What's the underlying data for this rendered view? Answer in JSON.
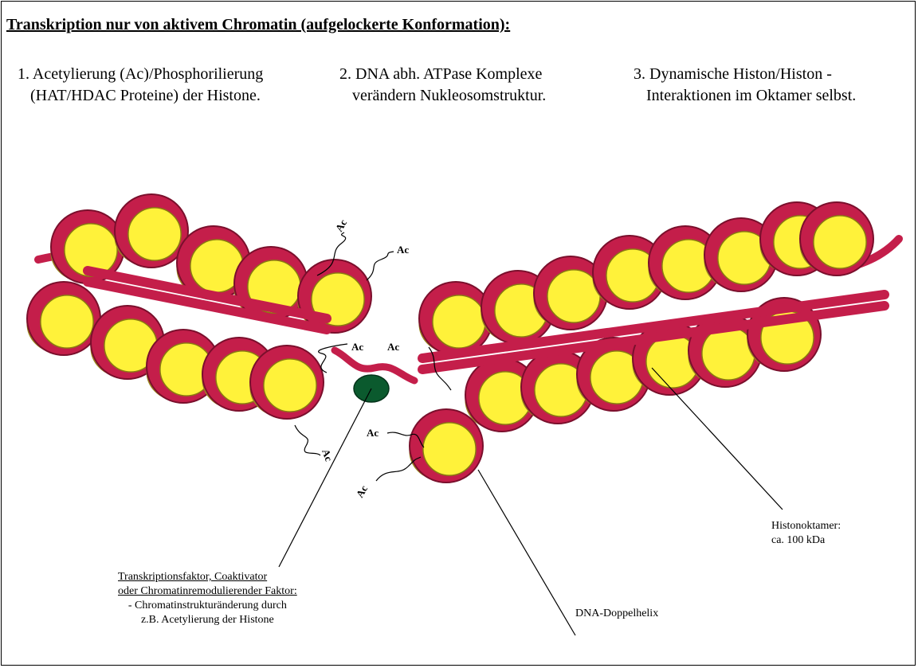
{
  "title": "Transkription nur von aktivem Chromatin (aufgelockerte Konformation):",
  "points": [
    {
      "line1": "1. Acetylierung (Ac)/Phosphorilierung",
      "line2": "(HAT/HDAC Proteine) der Histone."
    },
    {
      "line1": "2. DNA abh. ATPase Komplexe",
      "line2": "verändern Nukleosomstruktur."
    },
    {
      "line1": "3. Dynamische Histon/Histon -",
      "line2": "Interaktionen im Oktamer selbst."
    }
  ],
  "acetyl_label": "Ac",
  "labels": {
    "histone": {
      "line1": "Histonoktamer:",
      "line2": "ca. 100 kDa"
    },
    "dna": "DNA-Doppelhelix",
    "factor": {
      "line1": "Transkriptionsfaktor, Coaktivator",
      "line2": "oder Chromatinremodulierender Faktor:",
      "line3": "- Chromatinstrukturänderung durch",
      "line4": "z.B. Acetylierung der Histone"
    }
  },
  "colors": {
    "histone_yellow": "#fff23a",
    "dna_red": "#c41e4a",
    "factor_green": "#0b5a2e"
  }
}
